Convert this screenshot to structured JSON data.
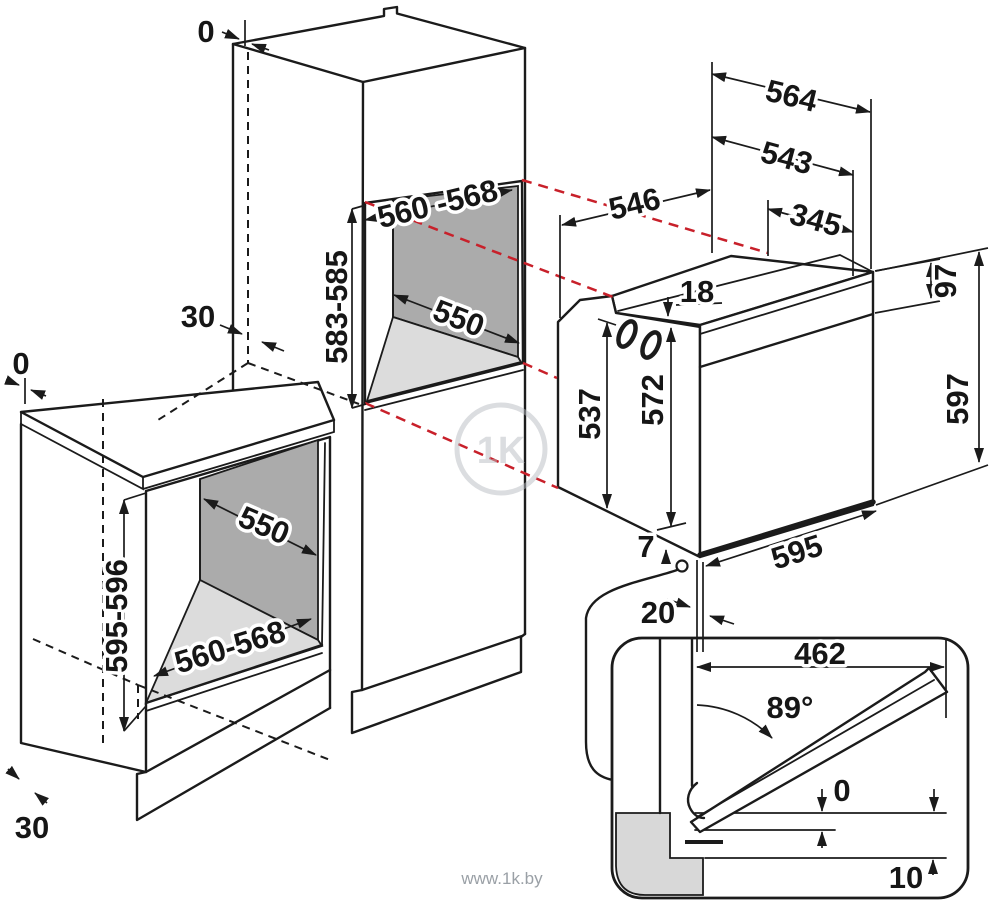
{
  "title": "Built-in oven installation dimensions diagram",
  "colors": {
    "line": "#1b1b1b",
    "projection_red": "#c8202a",
    "niche_back_panel": "#ababab",
    "niche_shelf": "#dcdcdc",
    "detail_section_gray": "#d8d8d8",
    "watermark_gray": "#9aa0a6"
  },
  "tall_cabinet": {
    "top_gap": "0",
    "rear_gap": "30",
    "niche_width": "560 -568",
    "niche_height": "583-585",
    "niche_depth": "550"
  },
  "base_cabinet": {
    "rear_gap": "0",
    "niche_depth": "550",
    "niche_height": "595-596",
    "niche_width": "560-568",
    "plinth_gap": "30"
  },
  "oven": {
    "overall_width": "564",
    "casing_width": "543",
    "depth": "546",
    "upper_depth": "345",
    "top_recess": "18",
    "panel_height": "97",
    "side_height": "537",
    "casing_height": "572",
    "overall_height": "597",
    "front_width": "595",
    "bottom_clearance": "7",
    "front_clearance": "20"
  },
  "door_detail": {
    "door_reach": "462",
    "opening_angle": "89°",
    "flush_clearance": "0",
    "floor_clearance": "10"
  },
  "watermark": {
    "logo_text": "1K",
    "site": "www.1k.by"
  }
}
